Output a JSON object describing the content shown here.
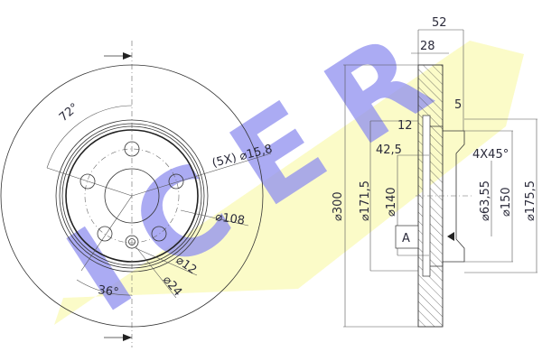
{
  "logo": {
    "text": "ICER",
    "letter_color": "#8f8ff0",
    "band_color": "#fbfbc8"
  },
  "front_view": {
    "angle_top": "72°",
    "angle_bottom": "36°",
    "bolt_holes": "(5X) ⌀15,8",
    "bolt_circle": "⌀108",
    "small_hole": "⌀12",
    "small_hole_outer": "⌀24"
  },
  "section_view": {
    "overall_width": "52",
    "disc_thickness": "28",
    "dim_5": "5",
    "dim_12": "12",
    "dim_42_5": "42,5",
    "chamfer": "4X45°",
    "datum": "A",
    "dia_300": "⌀300",
    "dia_171_5": "⌀171,5",
    "dia_140": "⌀140",
    "dia_63_55": "⌀63,55",
    "dia_150": "⌀150",
    "dia_175_5": "⌀175,5"
  }
}
